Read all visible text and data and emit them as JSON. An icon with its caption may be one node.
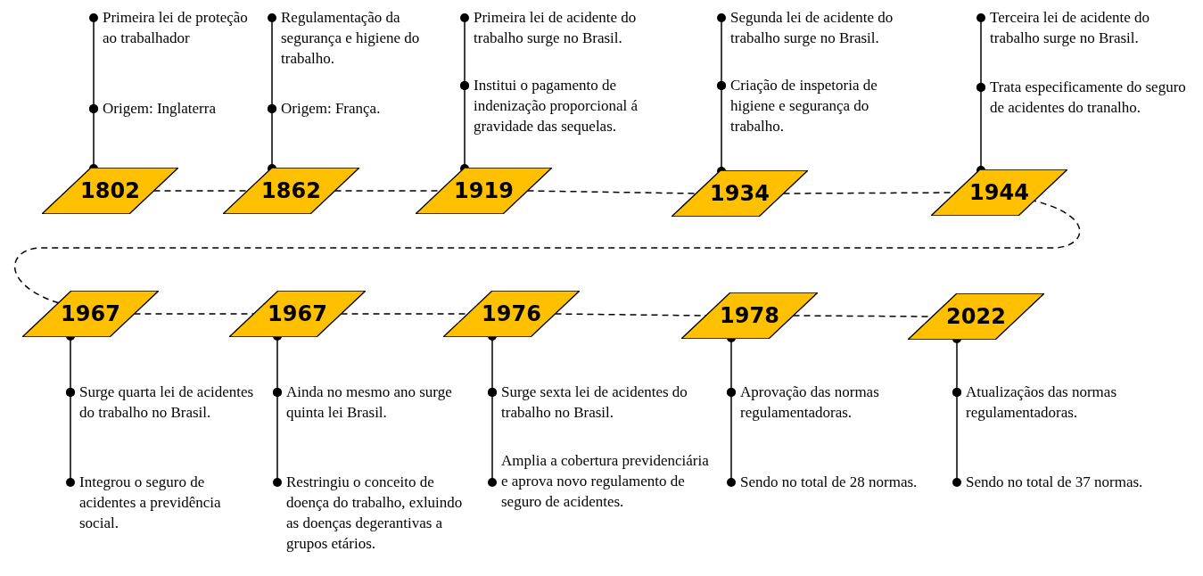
{
  "diagram": {
    "nodes": [
      {
        "text": [
          "1802"
        ]
      },
      {
        "text": [
          "Primeira lei de proteção ao trabalhador"
        ]
      },
      {
        "text": [
          "Origem: Inglaterra"
        ]
      },
      {
        "text": [
          "1862"
        ]
      },
      {
        "text": [
          "Regulamentação da segurança e higiene do trabalho."
        ]
      },
      {
        "text": [
          "Origem: França."
        ]
      },
      {
        "text": [
          "1919"
        ]
      },
      {
        "text": [
          "Primeira lei de acidente do trabalho surge no Brasil."
        ]
      },
      {
        "text": [
          "Institui o pagamento de indenização proporcional á gravidade das sequelas."
        ]
      },
      {
        "text": [
          "1934"
        ]
      },
      {
        "text": [
          "Segunda lei de acidente do trabalho surge no Brasil."
        ]
      },
      {
        "text": [
          "Criação de inspetoria de higiene e segurança do trabalho."
        ]
      },
      {
        "text": [
          "1944"
        ]
      },
      {
        "text": [
          "Terceira lei de acidente do trabalho surge no Brasil."
        ]
      },
      {
        "text": [
          "Trata especificamente do seguro de acidentes do tranalho."
        ]
      },
      {
        "text": [
          "1967"
        ]
      },
      {
        "text": [
          "Surge quarta lei de acidentes do trabalho no Brasil."
        ]
      },
      {
        "text": [
          "Integrou o seguro de acidentes a previdência social."
        ]
      },
      {
        "text": [
          "1967"
        ]
      },
      {
        "text": [
          "Ainda no mesmo ano surge quinta lei Brasil."
        ]
      },
      {
        "text": [
          "Restringiu o conceito de doença do trabalho, exluindo as doenças degerantivas a grupos etários."
        ]
      },
      {
        "text": [
          "1976"
        ]
      },
      {
        "text": [
          "Surge sexta lei de acidentes do trabalho no Brasil."
        ]
      },
      {
        "text": [
          "Amplia a cobertura previdenciária e aprova novo regulamento de seguro de acidentes."
        ]
      },
      {
        "text": [
          "1978"
        ]
      },
      {
        "text": [
          "Aprovação das normas regulamentadoras."
        ]
      },
      {
        "text": [
          "Sendo no total de 28 normas."
        ]
      },
      {
        "text": [
          "2022"
        ]
      },
      {
        "text": [
          "Atualizaçãos das normas regulamentadoras."
        ]
      },
      {
        "text": [
          "Sendo no total de 37 normas."
        ]
      }
    ],
    "edges": [
      {
        "from": 0,
        "to": 3,
        "arrow": "none",
        "style": "dashed"
      },
      {
        "from": 3,
        "to": 6,
        "arrow": "none",
        "style": "dashed"
      },
      {
        "from": 6,
        "to": 9,
        "arrow": "none",
        "style": "dashed"
      },
      {
        "from": 9,
        "to": 12,
        "arrow": "none",
        "style": "dashed"
      },
      {
        "from": 12,
        "to": 15,
        "arrow": "none",
        "style": "dashed"
      },
      {
        "from": 15,
        "to": 18,
        "arrow": "none",
        "style": "dashed"
      },
      {
        "from": 18,
        "to": 21,
        "arrow": "none",
        "style": "dashed"
      },
      {
        "from": 21,
        "to": 24,
        "arrow": "none",
        "style": "dashed"
      },
      {
        "from": 24,
        "to": 27,
        "arrow": "none",
        "style": "dashed"
      },
      {
        "from": 0,
        "to": 2,
        "arrow": "other"
      },
      {
        "from": 2,
        "to": 1,
        "arrow": "other"
      },
      {
        "from": 3,
        "to": 5,
        "arrow": "other"
      },
      {
        "from": 5,
        "to": 4,
        "arrow": "other"
      },
      {
        "from": 6,
        "to": 8,
        "arrow": "other"
      },
      {
        "from": 8,
        "to": 7,
        "arrow": "other"
      },
      {
        "from": 9,
        "to": 11,
        "arrow": "other"
      },
      {
        "from": 11,
        "to": 10,
        "arrow": "other"
      },
      {
        "from": 12,
        "to": 14,
        "arrow": "other"
      },
      {
        "from": 14,
        "to": 13,
        "arrow": "other"
      },
      {
        "from": 15,
        "to": 16,
        "arrow": "other"
      },
      {
        "from": 16,
        "to": 17,
        "arrow": "other"
      },
      {
        "from": 18,
        "to": 19,
        "arrow": "other"
      },
      {
        "from": 19,
        "to": 20,
        "arrow": "other"
      },
      {
        "from": 21,
        "to": 22,
        "arrow": "other"
      },
      {
        "from": 22,
        "to": 23,
        "arrow": "other"
      },
      {
        "from": 24,
        "to": 25,
        "arrow": "other"
      },
      {
        "from": 25,
        "to": 26,
        "arrow": "other"
      },
      {
        "from": 27,
        "to": 28,
        "arrow": "other"
      },
      {
        "from": 28,
        "to": 29,
        "arrow": "other"
      }
    ]
  }
}
